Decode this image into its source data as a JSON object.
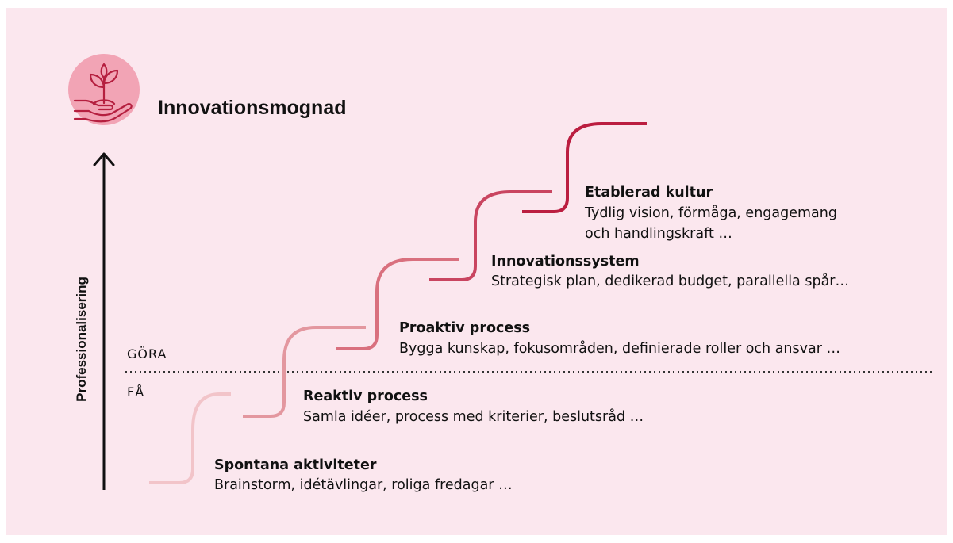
{
  "title": "Innovationsmognad",
  "axis_label": "Professionalisering",
  "zones": {
    "upper": "GÖRA",
    "lower": "FÅ"
  },
  "stages": [
    {
      "title": "Spontana aktiviteter",
      "description_lines": [
        "Brainstorm, idétävlingar, roliga fredagar …"
      ],
      "color": "#f2c4c9"
    },
    {
      "title": "Reaktiv process",
      "description_lines": [
        "Samla idéer, process med kriterier, beslutsråd …"
      ],
      "color": "#e3979f"
    },
    {
      "title": "Proaktiv process",
      "description_lines": [
        "Bygga kunskap, fokusområden, definierade roller och ansvar …"
      ],
      "color": "#d9707e"
    },
    {
      "title": "Innovationssystem",
      "description_lines": [
        "Strategisk plan, dedikerad budget, parallella spår…"
      ],
      "color": "#c94560"
    },
    {
      "title": "Etablerad kultur",
      "description_lines": [
        "Tydlig vision, förmåga, engagemang",
        "och handlingskraft …"
      ],
      "color": "#bb1e40"
    }
  ],
  "colors": {
    "background": "#fbe7ee",
    "icon_circle": "#f2a4b5",
    "icon_stroke": "#b51f3f",
    "text": "#111111"
  },
  "icon": "seedling-in-hand-icon"
}
